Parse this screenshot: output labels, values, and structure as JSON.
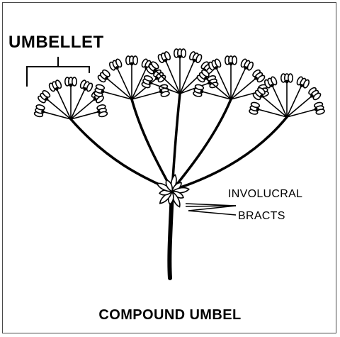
{
  "labels": {
    "umbellet": "UMBELLET",
    "involucral_line1": "INVOLUCRAL",
    "involucral_line2": "BRACTS",
    "caption": "COMPOUND UMBEL"
  },
  "colors": {
    "ink": "#000000",
    "frame": "#4a4a4a",
    "background": "#ffffff"
  }
}
